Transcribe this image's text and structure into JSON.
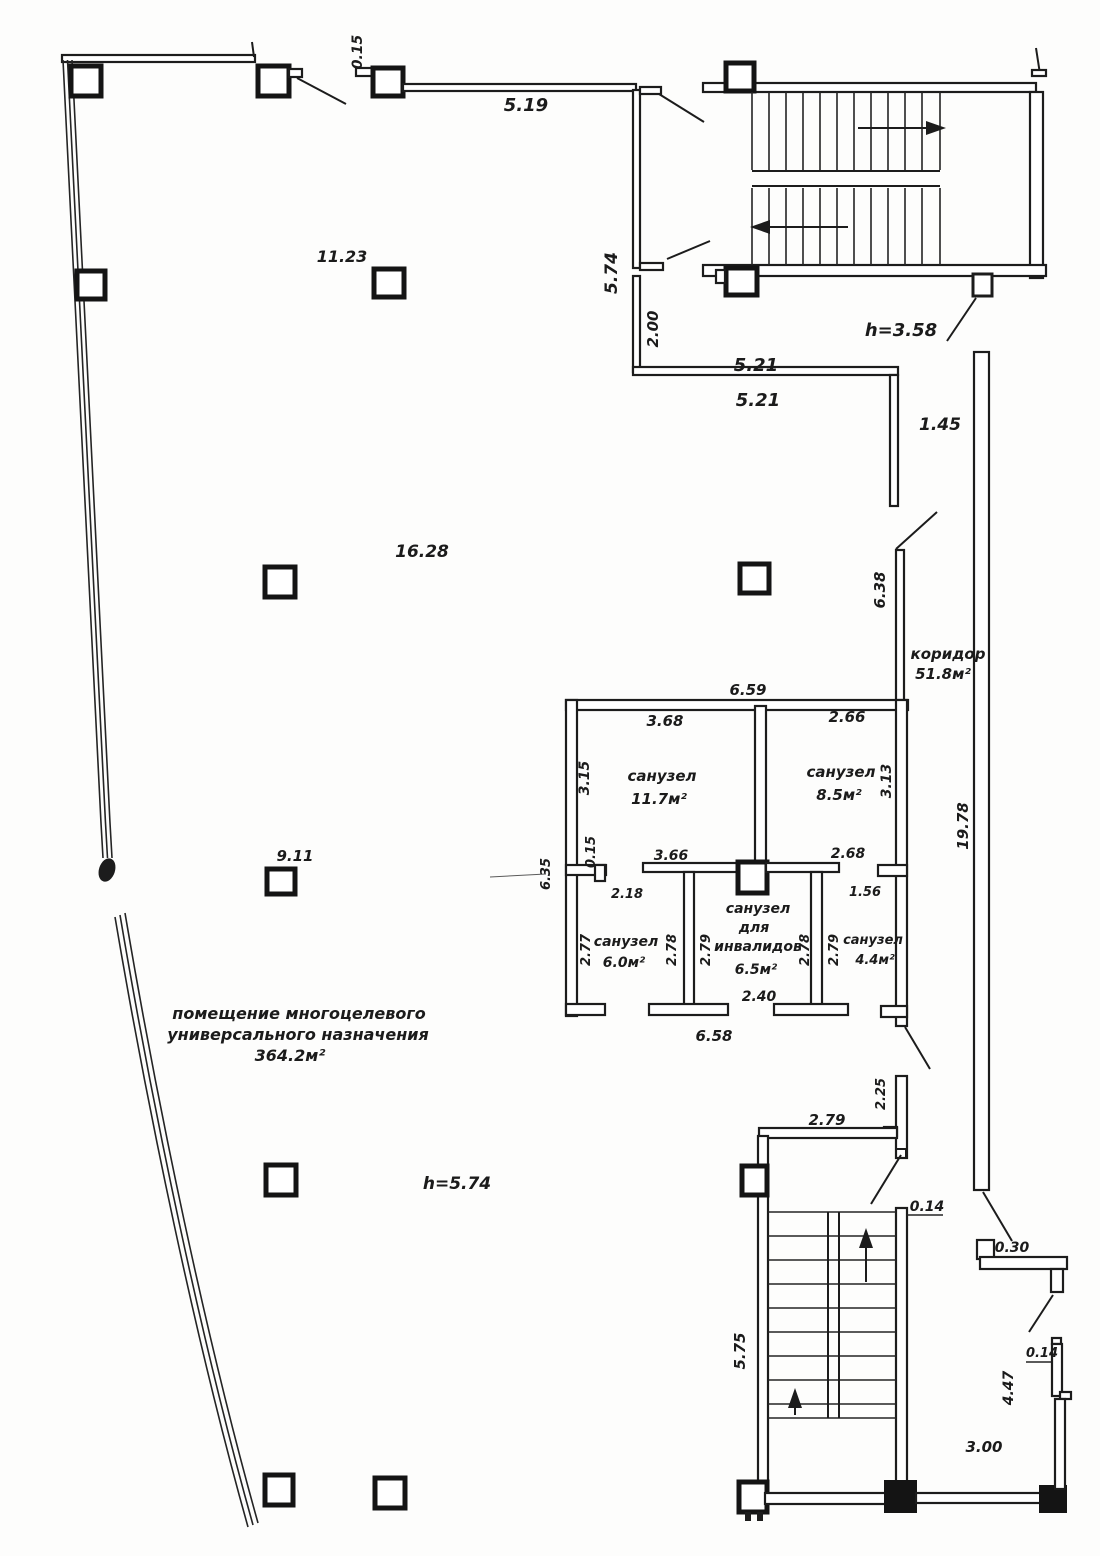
{
  "document": {
    "type": "floor-plan",
    "colors": {
      "ink": "#1c1c1c",
      "paper": "#fdfdfc"
    }
  },
  "rooms": {
    "main_hall": {
      "name_line1": "помещение многоцелевого",
      "name_line2": "универсального назначения",
      "area": "364.2м²",
      "ceiling_height": "h=5.74"
    },
    "corridor": {
      "name": "коридор",
      "area": "51.8м²"
    },
    "stairwell_top": {
      "ceiling_height": "h=3.58"
    },
    "bath_top_left": {
      "name": "санузел",
      "area": "11.7м²"
    },
    "bath_top_right": {
      "name": "санузел",
      "area": "8.5м²"
    },
    "bath_bottom_left": {
      "name": "санузел",
      "area": "6.0м²"
    },
    "bath_disabled": {
      "name_line1": "санузел",
      "name_line2": "для",
      "name_line3": "инвалидов",
      "area": "6.5м²"
    },
    "bath_bottom_right": {
      "name": "санузел",
      "area": "4.4м²"
    }
  },
  "dims": {
    "d015top": "0.15",
    "d519": "5.19",
    "d1123": "11.23",
    "d574": "5.74",
    "d200": "2.00",
    "d521a": "5.21",
    "d521b": "5.21",
    "d145": "1.45",
    "d638": "6.38",
    "d1628": "16.28",
    "d1978": "19.78",
    "d659": "6.59",
    "d368": "3.68",
    "d266": "2.66",
    "d315": "3.15",
    "d313": "3.13",
    "d015mid": "0.15",
    "d366": "3.66",
    "d268": "2.68",
    "d218": "2.18",
    "d156": "1.56",
    "d911": "9.11",
    "d635": "6.35",
    "d277": "2.77",
    "d278a": "2.78",
    "d279a": "2.79",
    "d278b": "2.78",
    "d279b": "2.79",
    "d240": "2.40",
    "d658": "6.58",
    "d225": "2.25",
    "d279c": "2.79",
    "d014a": "0.14",
    "d575": "5.75",
    "d030": "0.30",
    "d014b": "0.14",
    "d447": "4.47",
    "d300": "3.00"
  }
}
